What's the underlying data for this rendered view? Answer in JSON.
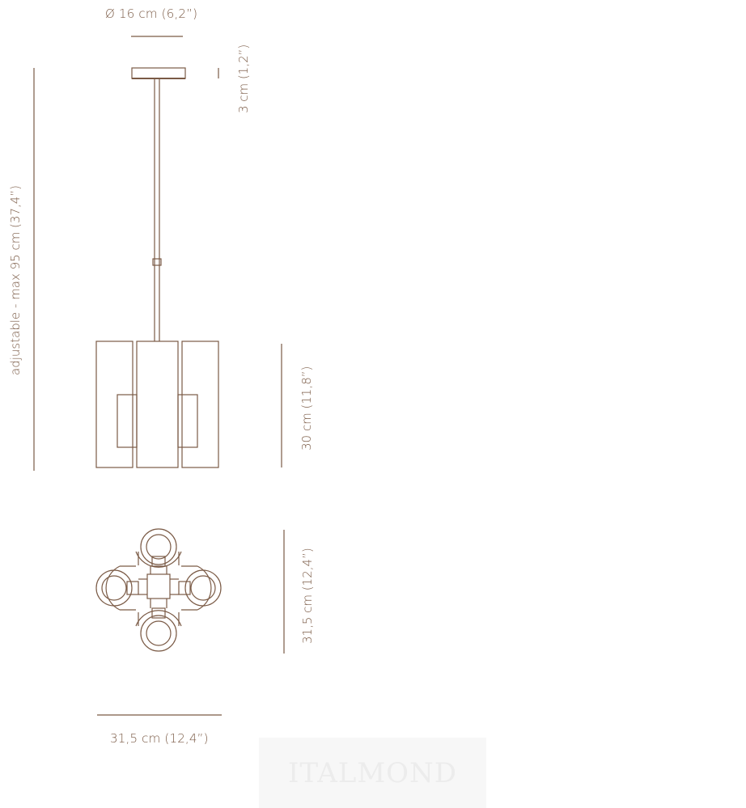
{
  "dimensions": {
    "canopy_diameter": "Ø 16 cm (6,2”)",
    "canopy_height": "3 cm (1,2”)",
    "overall_height": "adjustable - max 95 cm (37,4”)",
    "body_height": "30 cm (11,8”)",
    "top_view_depth": "31,5 cm (12,4”)",
    "top_view_width": "31,5 cm (12,4”)"
  },
  "watermark": {
    "text": "ITALMOND"
  },
  "colors": {
    "line": "#7a5a45",
    "watermark_bg": "#f7f7f7",
    "watermark_text": "#ececec"
  }
}
